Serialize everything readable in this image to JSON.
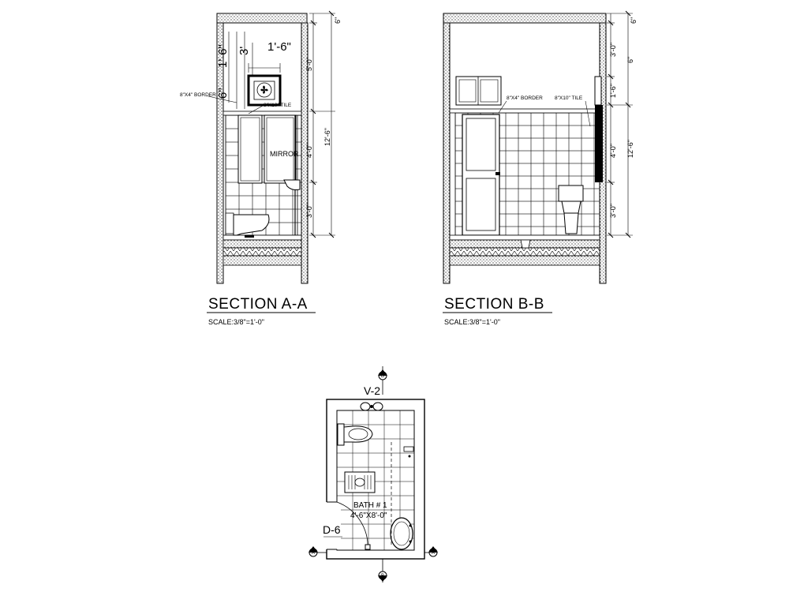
{
  "section_a": {
    "title": "SECTION A-A",
    "scale": "SCALE:3/8\"=1'-0\"",
    "dim_total": "12'-6\"",
    "dim_top": "6\"",
    "dim_upper": "5'-0\"",
    "dim_mid": "4'-0\"",
    "dim_low": "3'-0\"",
    "dim_fan_w": "1'-6\"",
    "dim_fan_h": "3'",
    "dim_left_a": "6\"",
    "dim_left_b": "1'-6\"",
    "label_border": "8\"X4\" BORDER",
    "label_tile": "8\"X10\" TILE",
    "label_mirror": "MIRROR"
  },
  "section_b": {
    "title": "SECTION B-B",
    "scale": "SCALE:3/8\"=1'-0\"",
    "dim_total": "12'-6\"",
    "dim_top": "6\"",
    "dim_upper": "3'-0\"",
    "dim_vent": "1'-6\"",
    "dim_mid": "4'-0\"",
    "dim_low": "3'-0\"",
    "dim_side": "6\"",
    "label_border": "8\"X4\" BORDER",
    "label_tile": "8\"X10\" TILE"
  },
  "plan": {
    "vent_tag": "V-2",
    "room_name": "BATH # 1",
    "room_size": "4'-6\"X8'-0\"",
    "door_tag": "D-6",
    "marker_a": "A",
    "marker_b": "B"
  }
}
